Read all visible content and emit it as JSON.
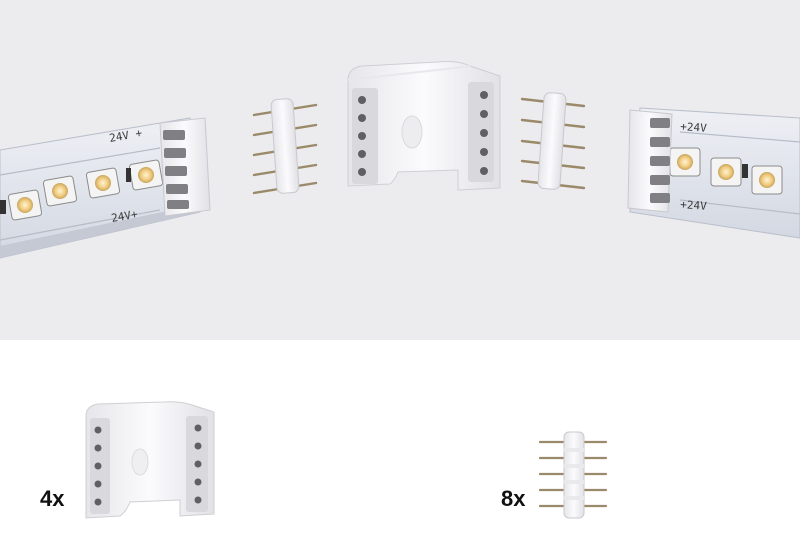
{
  "hero": {
    "strip_left": {
      "label_top": "24V +",
      "label_bottom": "24V+"
    },
    "strip_right": {
      "label_top": "+24V",
      "label_bottom": "+24V"
    }
  },
  "contents": {
    "corner_connector": {
      "quantity": "4x"
    },
    "pin_connector": {
      "quantity": "8x"
    }
  },
  "colors": {
    "background_top": "#ecebee",
    "background_bottom": "#ffffff",
    "plastic": "#f6f6f8",
    "pcb": "#dfe3ec",
    "led_warm": "#f3cf85",
    "pin_metal": "#9a8a6a"
  }
}
